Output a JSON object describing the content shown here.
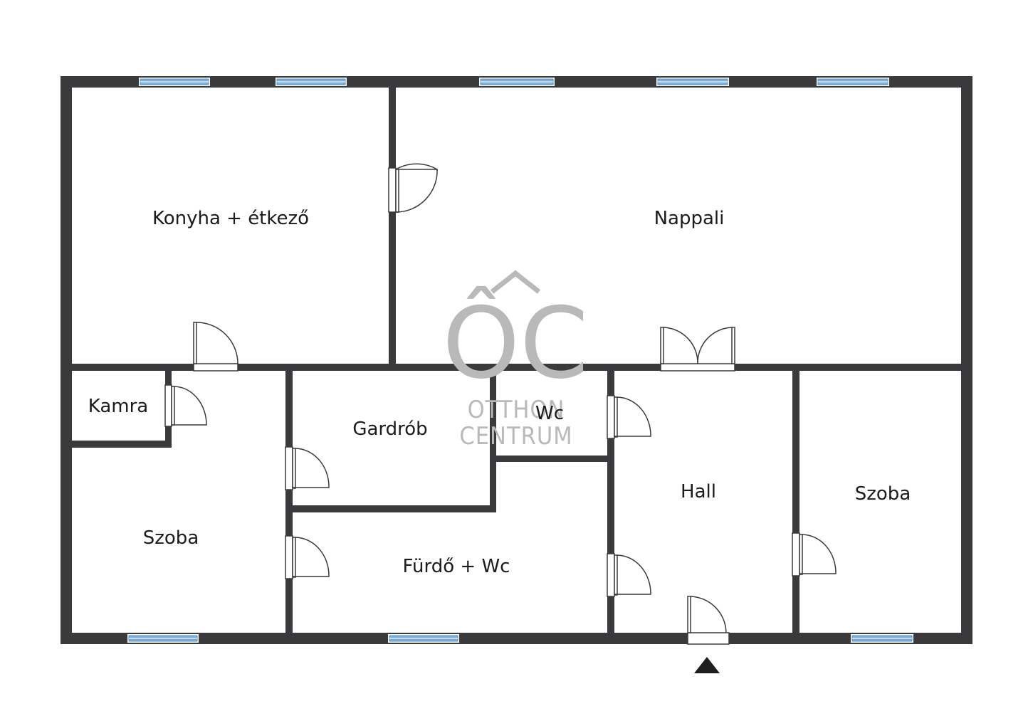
{
  "rooms": {
    "konyha": "Konyha + étkező",
    "nappali": "Nappali",
    "kamra": "Kamra",
    "gardrob": "Gardrób",
    "wc": "Wc",
    "hall": "Hall",
    "szoba_left": "Szoba",
    "szoba_right": "Szoba",
    "furdo": "Fürdő + Wc"
  },
  "watermark": {
    "logo": "ÔC",
    "line1": "OTTHON",
    "line2": "CENTRUM"
  },
  "colors": {
    "wall": "#3a3a3c",
    "window": "#7fb0d8",
    "watermark": "#b9b9b9"
  },
  "icons": [
    "door-swing-icon",
    "double-door-icon",
    "window-icon",
    "entrance-arrow-icon",
    "otthon-centrum-logo-icon"
  ]
}
